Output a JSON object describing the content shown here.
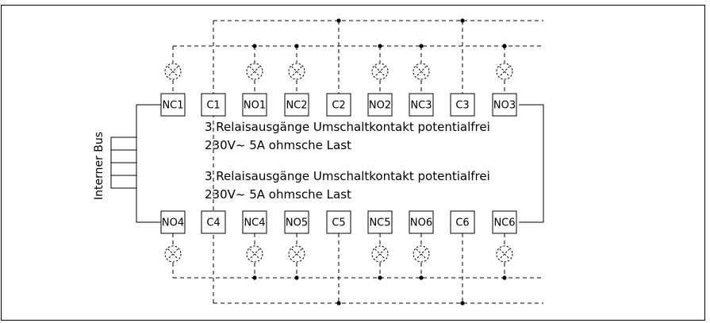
{
  "module": {
    "description_top": {
      "line1": "3 Relaisausgänge  Umschaltkontakt potentialfrei",
      "line2": "230V~ 5A ohmsche Last"
    },
    "description_bottom": {
      "line1": "3 Relaisausgänge  Umschaltkontakt potentialfrei",
      "line2": "230V~ 5A ohmsche Last"
    }
  },
  "bus": {
    "label": "Interner Bus"
  },
  "terminals_top": [
    "NC1",
    "C1",
    "NO1",
    "NC2",
    "C2",
    "NO2",
    "NC3",
    "C3",
    "NO3"
  ],
  "terminals_bottom": [
    "NO4",
    "C4",
    "NC4",
    "NO5",
    "C5",
    "NC5",
    "NO6",
    "C6",
    "NC6"
  ],
  "lamp_icon": "lamp-icon"
}
